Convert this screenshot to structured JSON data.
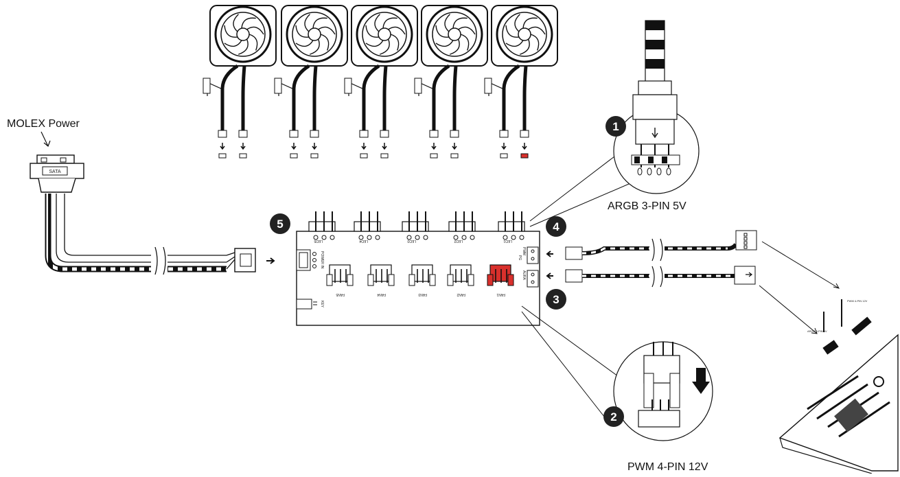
{
  "labels": {
    "molex_power": "MOLEX Power",
    "sata": "SATA",
    "argb_label": "ARGB 3-PIN 5V",
    "pwm_label": "PWM 4-PIN 12V",
    "board_argb": "ARGB 3-PIN 5V",
    "board_pwm": "PWM 4-PIN 12V"
  },
  "callouts": [
    "1",
    "2",
    "3",
    "4",
    "5"
  ],
  "hub": {
    "led_headers": [
      "LED5",
      "LED4",
      "LED3",
      "LED2",
      "LED1"
    ],
    "fan_headers": [
      "FAN5",
      "FAN4",
      "FAN3",
      "FAN2",
      "FAN1"
    ],
    "power_in": "POWER IN",
    "key": "KEY",
    "pwm_port": "PWM",
    "pg_port": "PG",
    "aura_port": "AURA"
  },
  "fans_count_note": "5",
  "colors": {
    "line": "#111111",
    "highlight_fan1": "#d9302c",
    "badge": "#222222"
  },
  "icons": [
    "fan-icon",
    "arrow-right-icon",
    "arrow-down-icon",
    "connector-icon"
  ]
}
